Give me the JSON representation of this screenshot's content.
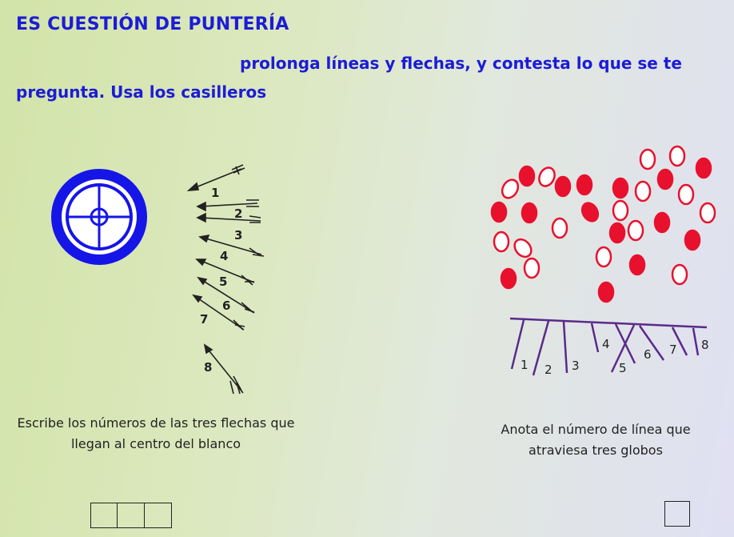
{
  "title": "ES CUESTIÓN DE PUNTERÍA",
  "instructions": {
    "line1": "prolonga líneas y flechas, y contesta lo que se te",
    "line2": "pregunta. Usa los casilleros"
  },
  "arrow_labels": [
    "1",
    "2",
    "3",
    "4",
    "5",
    "6",
    "7",
    "8"
  ],
  "line_labels": [
    "1",
    "2",
    "3",
    "4",
    "5",
    "6",
    "7",
    "8"
  ],
  "questions": {
    "left": "Escribe los números de las tres flechas que llegan al centro del blanco",
    "right": "Anota el número de línea que atraviesa tres globos"
  },
  "answers": {
    "left_boxes": [
      "",
      "",
      ""
    ],
    "right_box": ""
  },
  "colors": {
    "text": "#1c1cd6",
    "target": "#1515e8",
    "balloon": "#e8112d",
    "lines": "#5a2a8a"
  }
}
